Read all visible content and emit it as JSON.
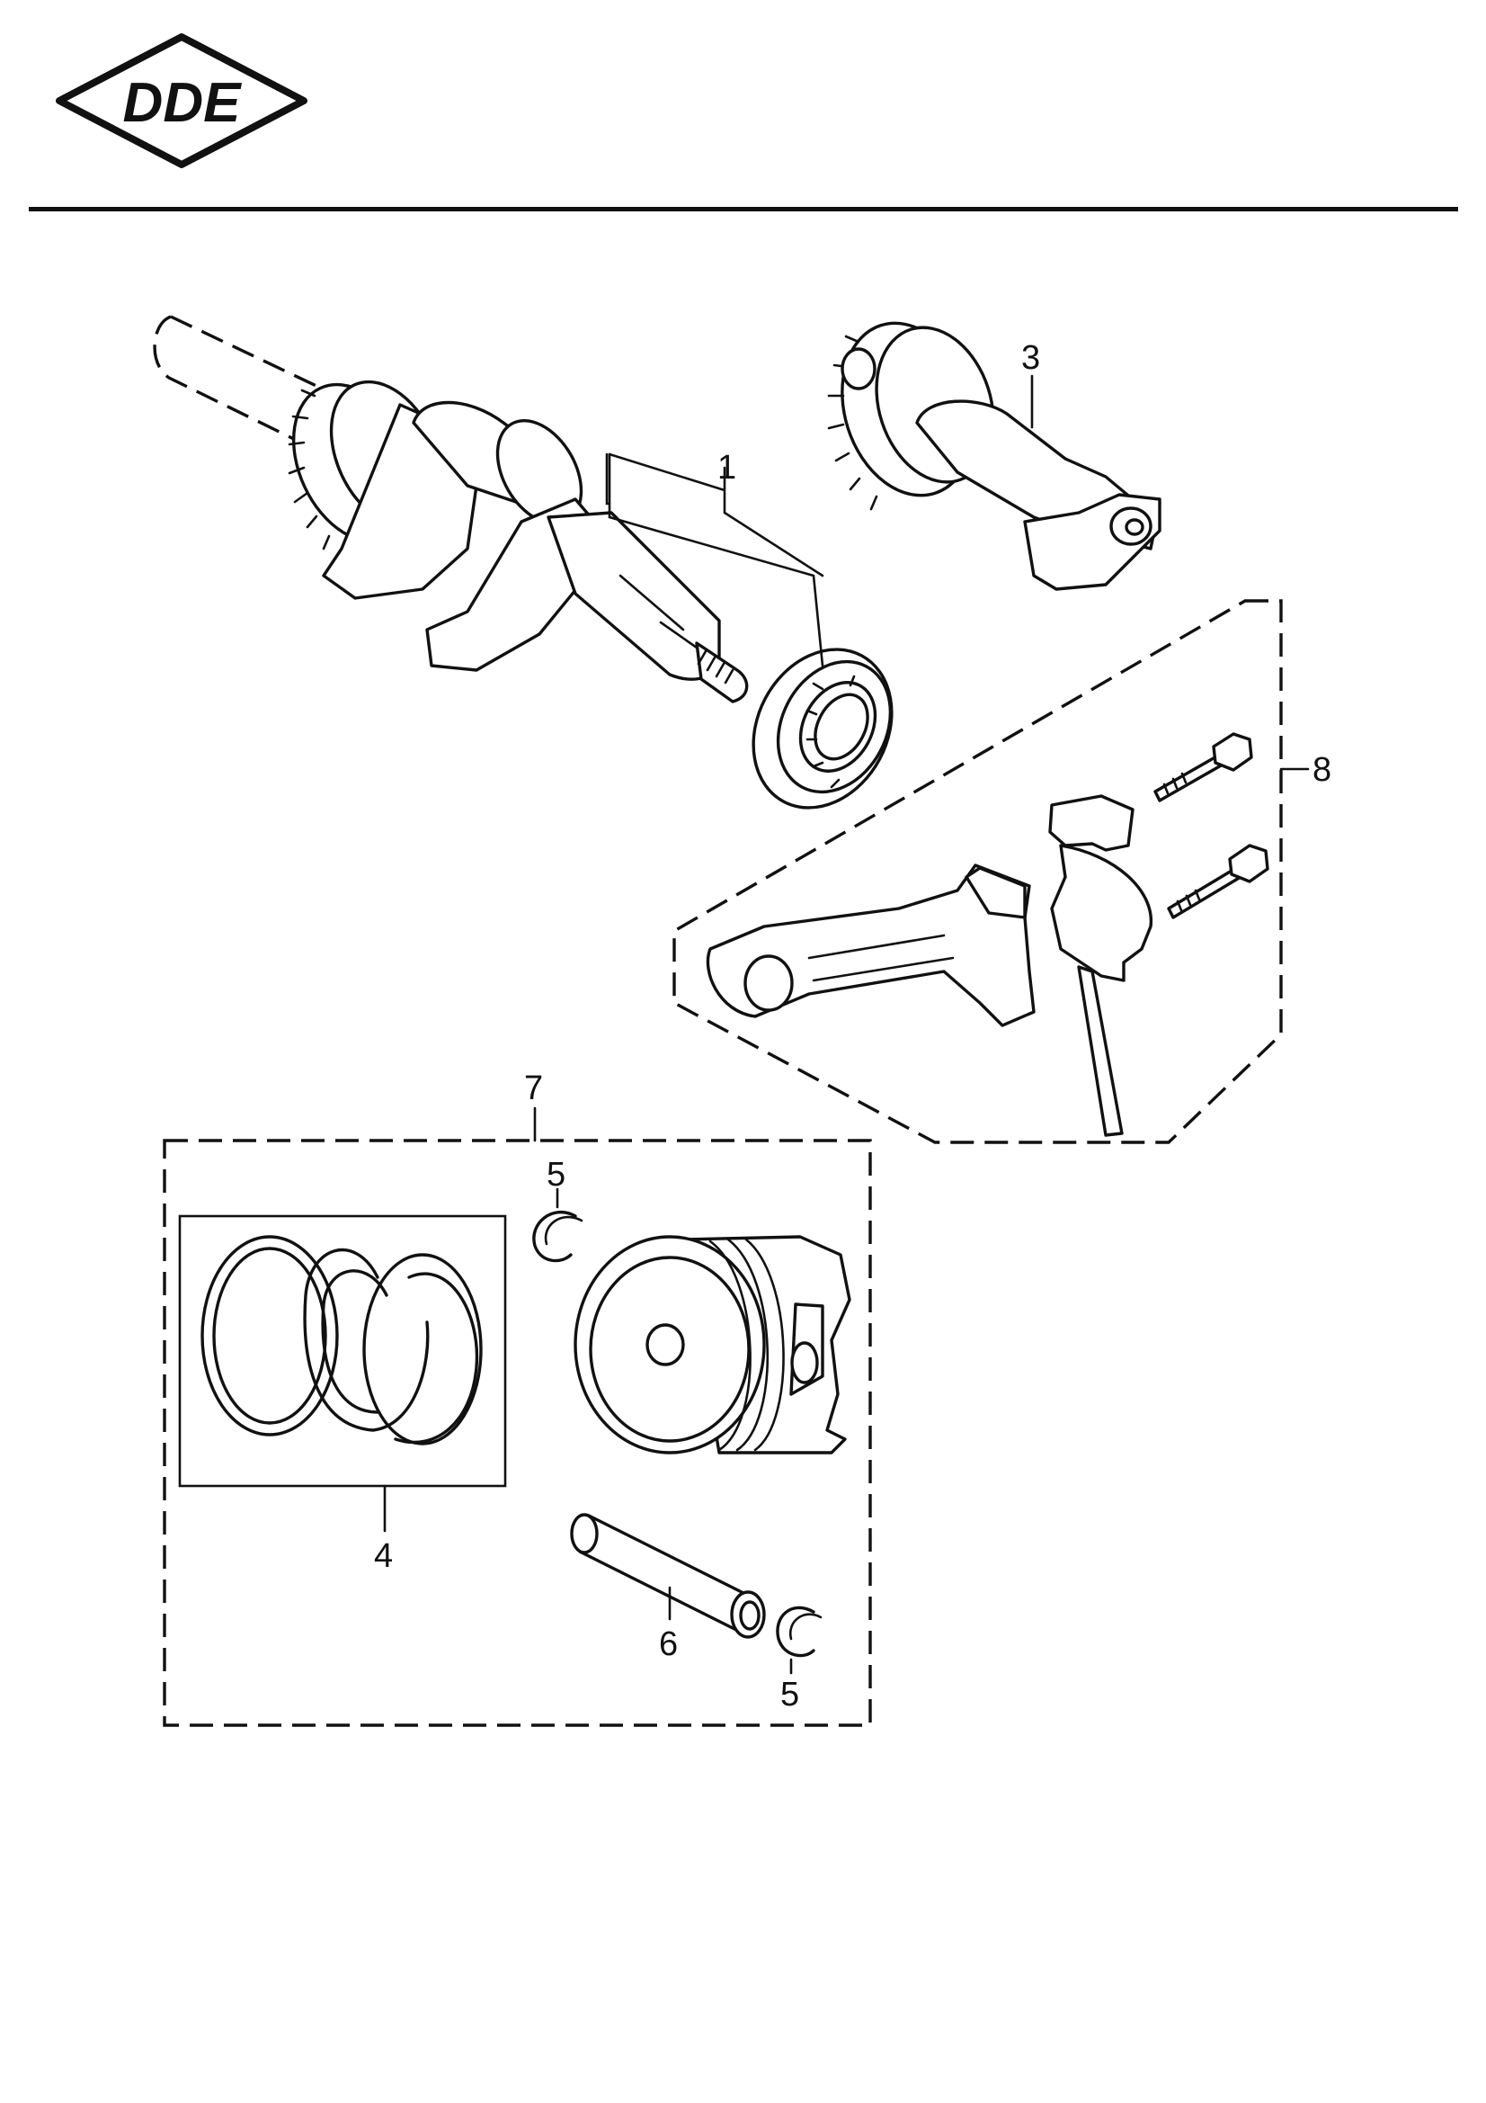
{
  "brand": {
    "logo_text": "DDE"
  },
  "callouts": {
    "crankshaft": "1",
    "balancer_shaft": "3",
    "piston_rings": "4",
    "clip_upper": "5",
    "clip_lower": "5",
    "piston_pin": "6",
    "piston_assembly": "7",
    "connecting_rod_assembly": "8"
  }
}
